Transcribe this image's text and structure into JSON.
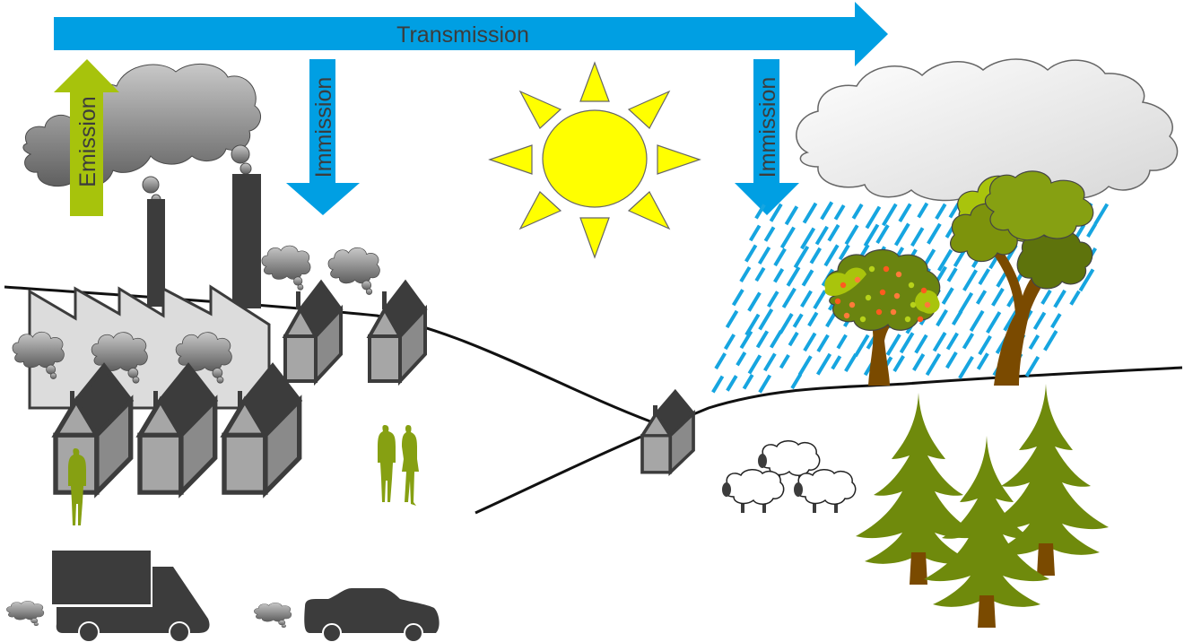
{
  "title": "Emission, Transmission and Immission of air pollutants",
  "labels": {
    "transmission": "Transmission",
    "emission": "Emission",
    "immission_left": "Immission",
    "immission_right": "Immission"
  },
  "colors": {
    "transmission_arrow": "#009fe3",
    "immission_arrow": "#009fe3",
    "emission_arrow": "#a7c30c",
    "sun": "#ffff00",
    "rain": "#16a5e0",
    "people": "#86a012",
    "conifer": "#6f8a0c",
    "trunk": "#7a4a00",
    "building_dark": "#3c3c3c",
    "building_light": "#a6a6a6",
    "factory": "#dcdcdc"
  },
  "scene": {
    "sources": [
      "factory",
      "chimneys",
      "houses",
      "truck",
      "car"
    ],
    "receptors": [
      "people",
      "village-house",
      "sheep",
      "apple-tree",
      "deciduous-tree",
      "conifer-forest"
    ],
    "weather": [
      "sun",
      "rain-cloud",
      "rain"
    ]
  }
}
